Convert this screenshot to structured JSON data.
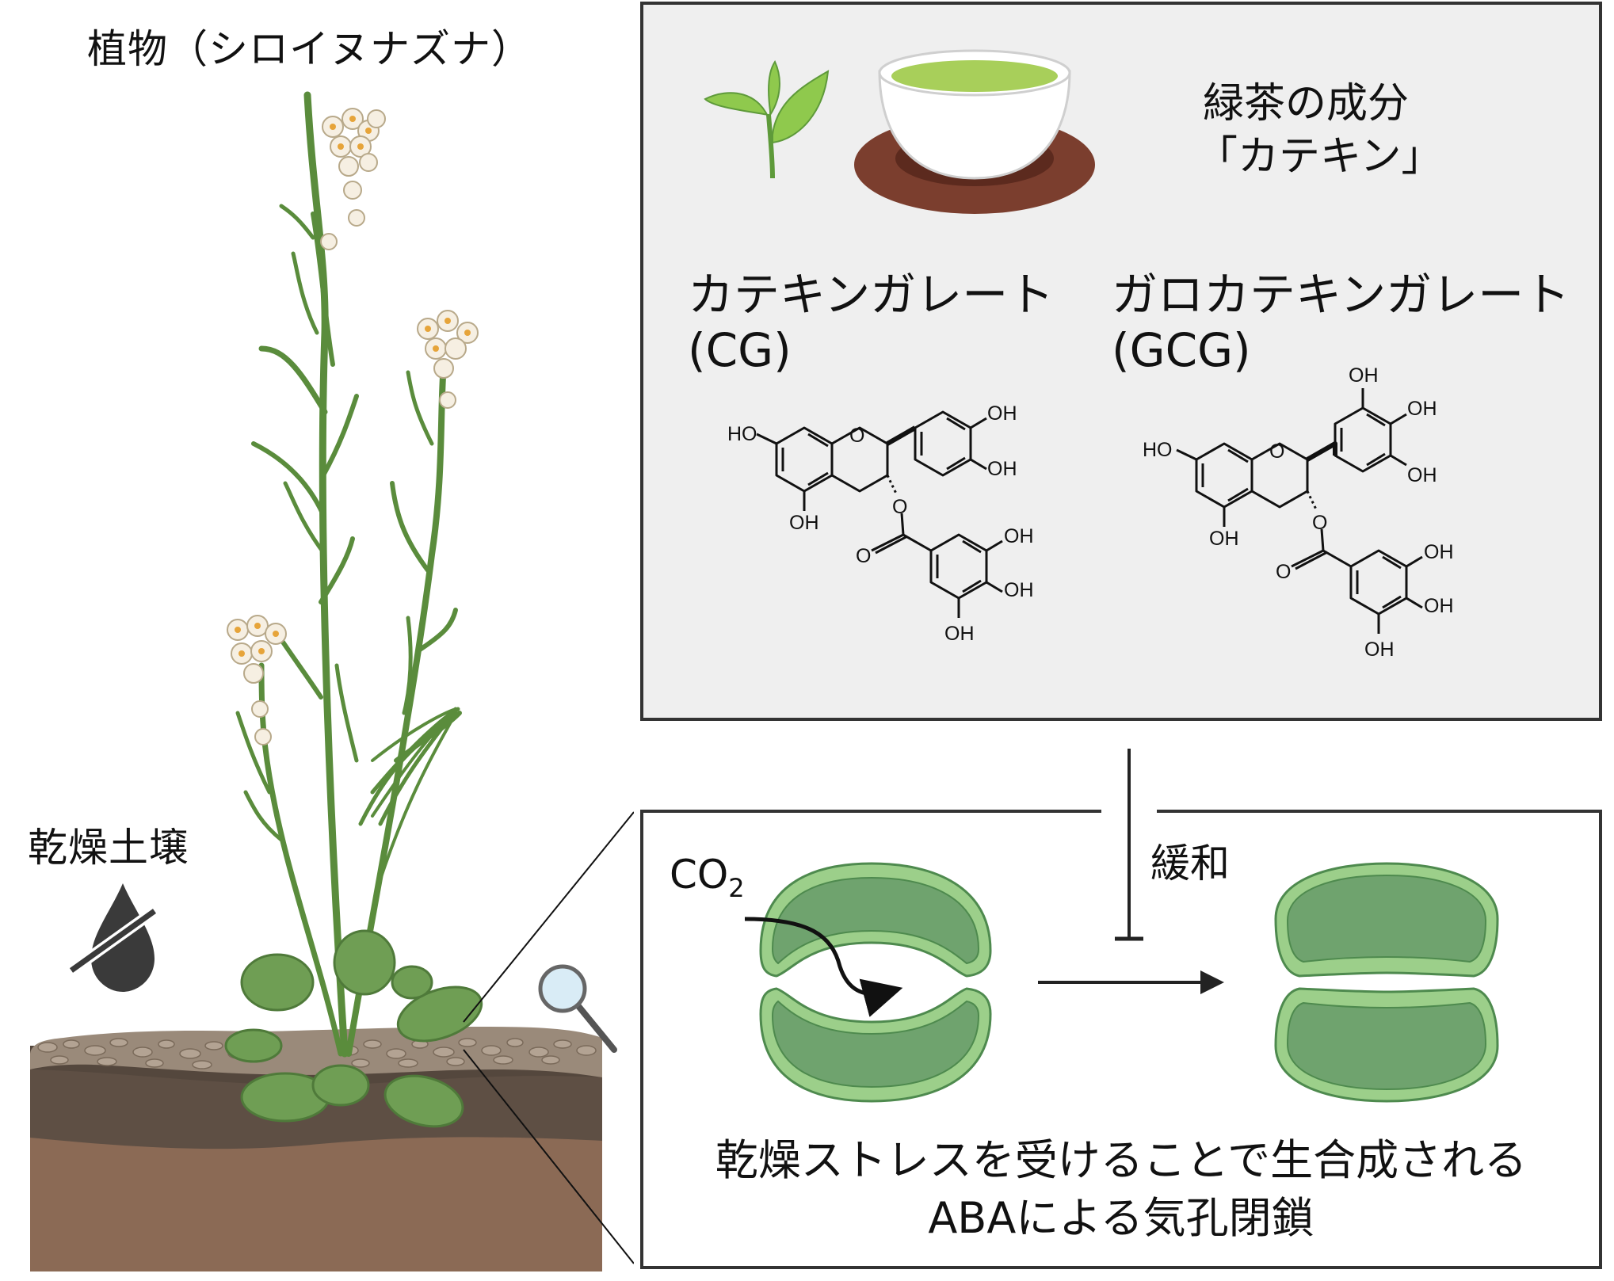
{
  "plant_label": "植物（シロイヌナズナ）",
  "soil_label": "乾燥土壌",
  "tea_box": {
    "component_line1": "緑茶の成分",
    "component_line2": "「カテキン」",
    "cg_name": "カテキンガレート",
    "cg_abbr": "(CG)",
    "gcg_name": "ガロカテキンガレート",
    "gcg_abbr": "(GCG)"
  },
  "cg_atoms": {
    "ho": "HO",
    "o_ring": "O",
    "oh_top1": "OH",
    "oh_top2": "OH",
    "oh_bottom": "OH",
    "o_ester": "O",
    "o_carbonyl": "O",
    "oh_g1": "OH",
    "oh_g2": "OH",
    "oh_g3": "OH"
  },
  "gcg_atoms": {
    "ho": "HO",
    "o_ring": "O",
    "oh_b1": "OH",
    "oh_b2": "OH",
    "oh_b3": "OH",
    "oh_bottom": "OH",
    "o_ester": "O",
    "o_carbonyl": "O",
    "oh_g1": "OH",
    "oh_g2": "OH",
    "oh_g3": "OH"
  },
  "inhibit_label": "緩和",
  "co2_main": "CO",
  "co2_sub": "2",
  "stomata_caption_line1": "乾燥ストレスを受けることで生合成される",
  "stomata_caption_line2": "ABAによる気孔閉鎖",
  "colors": {
    "box_border": "#333333",
    "tea_bg": "#efefef",
    "guard_outer": "#9ccf8a",
    "guard_inner": "#6fa36e",
    "stem": "#5a8c3c",
    "soil_top": "#8a7a6a",
    "soil_mid": "#5e4f44",
    "soil_bottom": "#8b6a55"
  }
}
